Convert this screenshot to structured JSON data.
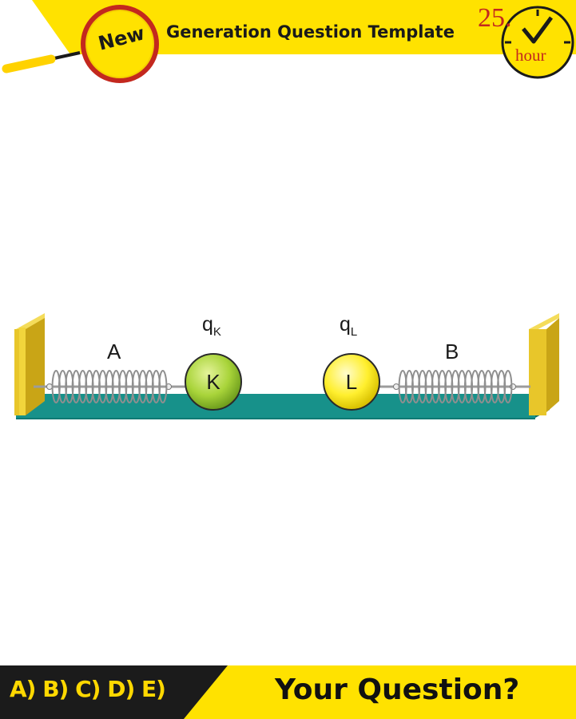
{
  "header": {
    "badge": "New",
    "title": "Generation Question Template",
    "hour_number": "25.",
    "hour_label": "hour"
  },
  "diagram": {
    "spring_left_label": "A",
    "spring_right_label": "B",
    "charge_k_symbol": "q",
    "charge_k_sub": "K",
    "charge_l_symbol": "q",
    "charge_l_sub": "L",
    "ball_k_label": "K",
    "ball_l_label": "L"
  },
  "footer": {
    "answer_options": "A) B) C) D) E)",
    "question": "Your Question?"
  },
  "colors": {
    "header_yellow": "#ffe200",
    "footer_black": "#1b1b1b",
    "track_teal": "#17918a",
    "wall_yellow": "#e8c62a",
    "ball_k_green": "#a9d43a",
    "ball_l_yellow": "#ffef2e",
    "accent_red": "#c3281e"
  }
}
